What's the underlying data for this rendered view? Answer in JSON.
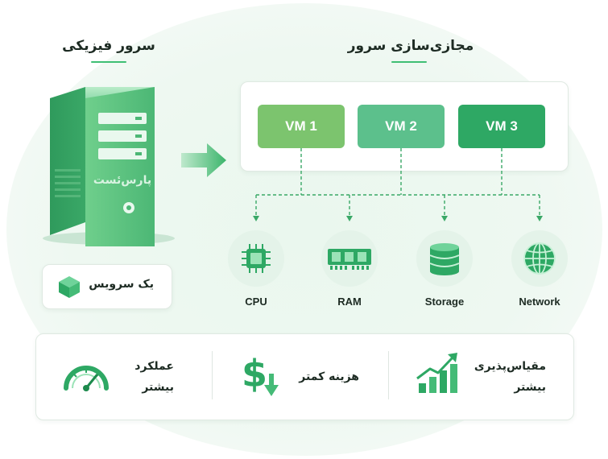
{
  "physical_server": {
    "title": "سرور فیزیکی",
    "logo_text": "پارس‌ئست",
    "service_label": "یک سرویس"
  },
  "virtualization": {
    "title": "مجازی‌سازی سرور",
    "vms": [
      {
        "label": "VM 1",
        "color": "#7cc46e"
      },
      {
        "label": "VM 2",
        "color": "#5cc08c"
      },
      {
        "label": "VM 3",
        "color": "#2ea864"
      }
    ],
    "resources": [
      {
        "label": "CPU",
        "icon": "cpu-icon"
      },
      {
        "label": "RAM",
        "icon": "ram-icon"
      },
      {
        "label": "Storage",
        "icon": "database-icon"
      },
      {
        "label": "Network",
        "icon": "globe-icon"
      }
    ]
  },
  "benefits": [
    {
      "line1": "عملکرد",
      "line2": "بیشتر",
      "icon": "speedometer-icon"
    },
    {
      "line1": "هزینه کمتر",
      "line2": "",
      "icon": "dollar-down-icon"
    },
    {
      "line1": "مقیاس‌پذیری",
      "line2": "بیشتر",
      "icon": "growth-chart-icon"
    }
  ],
  "colors": {
    "accent": "#2ea864",
    "light_accent": "#7cc46e",
    "background": "#eef8f1"
  }
}
